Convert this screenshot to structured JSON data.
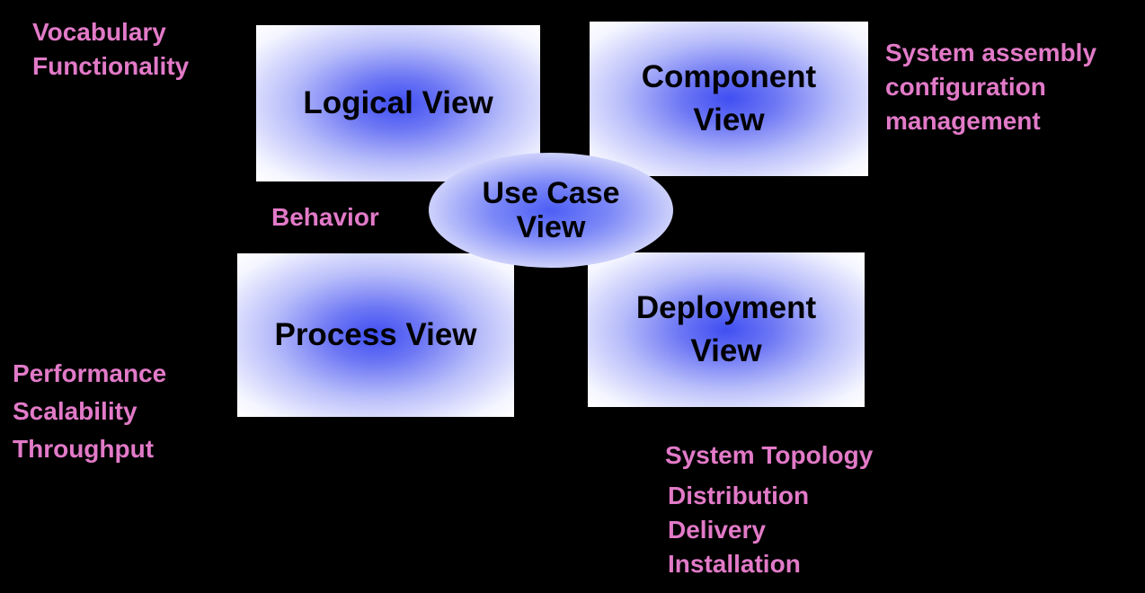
{
  "views": {
    "logical": "Logical View",
    "component": "Component\nView",
    "use_case": "Use Case\nView",
    "process": "Process View",
    "deployment": "Deployment\nView"
  },
  "annotations": {
    "logical": [
      "Vocabulary",
      "Functionality"
    ],
    "component": [
      "System assembly",
      "configuration",
      "management"
    ],
    "use_case": [
      "Behavior"
    ],
    "process": [
      "Performance",
      "Scalability",
      "Throughput"
    ],
    "deployment": [
      "System Topology",
      "Distribution",
      "Delivery",
      "Installation"
    ]
  },
  "colors": {
    "background": "#000000",
    "annotation_text": "#e27ac8",
    "box_center": "#3f4ff2",
    "box_edge": "#ffffff",
    "title_text": "#000000"
  }
}
